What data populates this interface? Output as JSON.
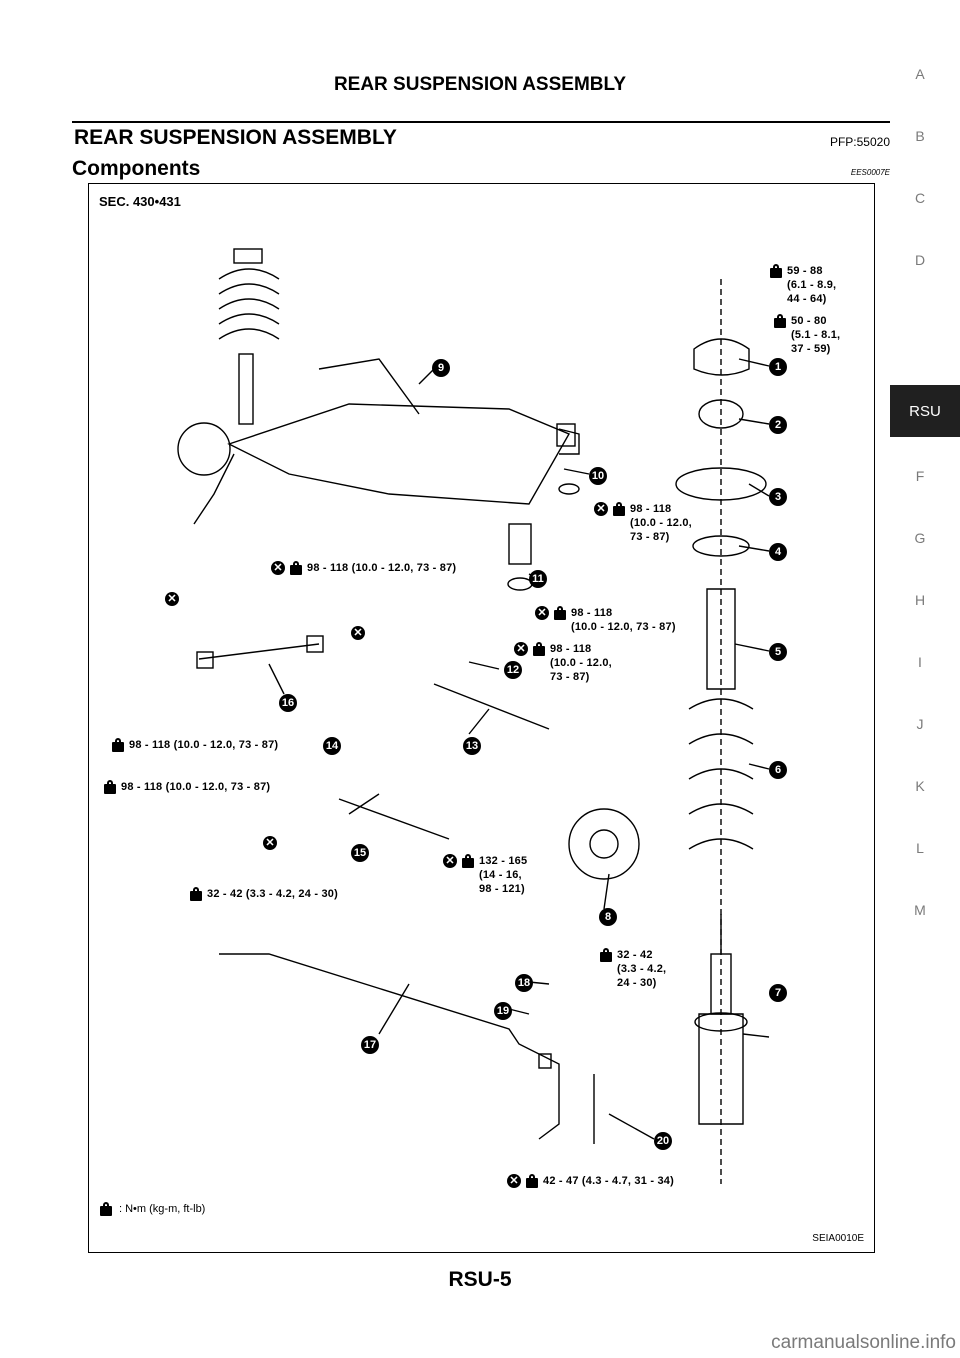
{
  "header": {
    "title": "REAR SUSPENSION ASSEMBLY"
  },
  "section": {
    "title": "REAR SUSPENSION ASSEMBLY",
    "pfp": "PFP:55020"
  },
  "subsection": {
    "title": "Components",
    "ref": "EES0007E"
  },
  "side_index": {
    "letters": [
      "A",
      "B",
      "C",
      "D",
      "F",
      "G",
      "H",
      "I",
      "J",
      "K",
      "L",
      "M"
    ],
    "active": "RSU"
  },
  "figure": {
    "sec": "SEC. 430•431",
    "code": "SEIA0010E",
    "legend": ": N•m (kg-m, ft-lb)",
    "torques": [
      {
        "text": "59 - 88\n(6.1 - 8.9,\n44 - 64)",
        "replace": false
      },
      {
        "text": "50 - 80\n(5.1 - 8.1,\n37 - 59)",
        "replace": false
      },
      {
        "text": "98 - 118\n(10.0 - 12.0,\n73 - 87)",
        "replace": true
      },
      {
        "text": "98 - 118 (10.0 - 12.0, 73 - 87)",
        "replace": true
      },
      {
        "text": "98 - 118\n(10.0 - 12.0, 73 - 87)",
        "replace": true
      },
      {
        "text": "98 - 118\n(10.0 - 12.0,\n73 - 87)",
        "replace": true
      },
      {
        "text": "98 - 118 (10.0 - 12.0, 73 - 87)",
        "replace": false
      },
      {
        "text": "98 - 118 (10.0 - 12.0, 73 - 87)",
        "replace": false
      },
      {
        "text": "132 - 165\n(14 - 16,\n98 - 121)",
        "replace": true
      },
      {
        "text": "32 - 42 (3.3 - 4.2, 24 - 30)",
        "replace": false
      },
      {
        "text": "32 - 42\n(3.3 - 4.2,\n24 - 30)",
        "replace": false
      },
      {
        "text": "42 - 47 (4.3 - 4.7, 31 - 34)",
        "replace": true
      }
    ],
    "callouts": [
      "1",
      "2",
      "3",
      "4",
      "5",
      "6",
      "7",
      "8",
      "9",
      "10",
      "11",
      "12",
      "13",
      "14",
      "15",
      "16",
      "17",
      "18",
      "19",
      "20"
    ]
  },
  "page_number": "RSU-5",
  "watermark": "carmanualsonline.info"
}
